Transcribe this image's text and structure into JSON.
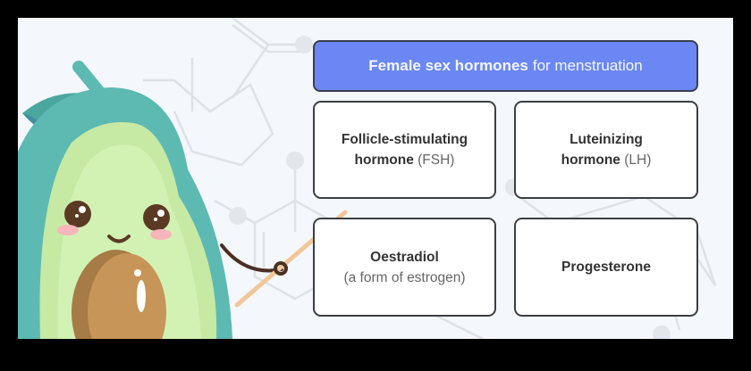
{
  "header": {
    "title_bold": "Female sex hormones",
    "title_regular": "for menstruation",
    "color": "#6a87f3"
  },
  "cards": [
    {
      "line1_bold": "Follicle-stimulating",
      "line2_bold": "hormone",
      "line2_regular": " (FSH)"
    },
    {
      "line1_bold": "Luteinizing",
      "line2_bold": "hormone",
      "line2_regular": " (LH)"
    },
    {
      "line1_bold": "Oestradiol",
      "line2_regular": "(a form of estrogen)"
    },
    {
      "line1_bold": "Progesterone"
    }
  ],
  "illustration": {
    "mascot": "avocado-teacher",
    "prop": "pointer-stick",
    "background": "molecule-structure"
  }
}
